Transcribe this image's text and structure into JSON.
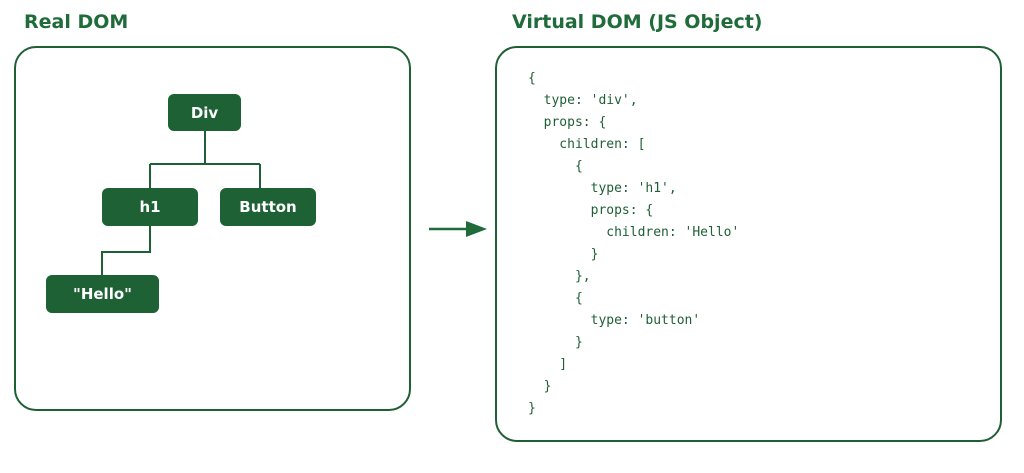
{
  "real_dom": {
    "heading": "Real DOM",
    "nodes": {
      "div": "Div",
      "h1": "h1",
      "button": "Button",
      "hello": "\"Hello\""
    }
  },
  "virtual_dom": {
    "heading": "Virtual DOM (JS Object)",
    "code_lines": [
      "{",
      "  type: 'div',",
      "  props: {",
      "    children: [",
      "      {",
      "        type: 'h1',",
      "        props: {",
      "          children: 'Hello'",
      "        }",
      "      },",
      "      {",
      "        type: 'button'",
      "      }",
      "    ]",
      "  }",
      "}"
    ]
  },
  "colors": {
    "accent": "#1f6b3a",
    "node_fill": "#1d6135",
    "node_text": "#ffffff",
    "border": "#1f5f36"
  },
  "icons": {
    "transform_arrow": "right-arrow-icon"
  }
}
